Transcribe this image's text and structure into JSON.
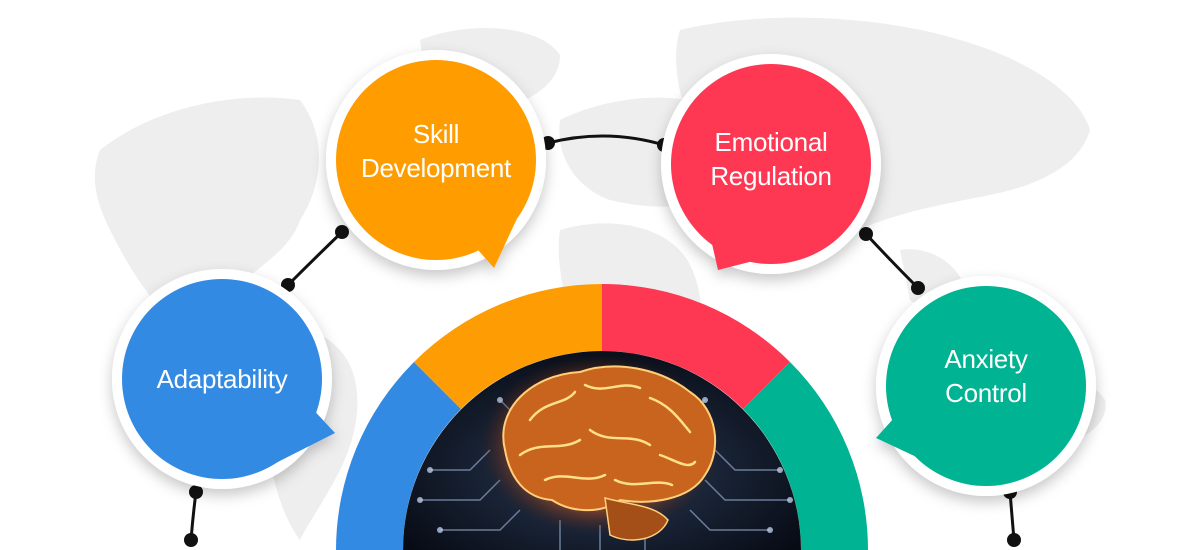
{
  "colors": {
    "blue": "#338ae3",
    "orange": "#fe9c04",
    "red": "#fe3753",
    "green": "#00b393",
    "connector": "#111111",
    "map": "#eeeeee"
  },
  "bubbles": [
    {
      "id": "adaptability",
      "lines": [
        "Adaptability"
      ],
      "color": "#338ae3"
    },
    {
      "id": "skill-development",
      "lines": [
        "Skill",
        "Development"
      ],
      "color": "#fe9c04"
    },
    {
      "id": "emotional-regulation",
      "lines": [
        "Emotional",
        "Regulation"
      ],
      "color": "#fe3753"
    },
    {
      "id": "anxiety-control",
      "lines": [
        "Anxiety",
        "Control"
      ],
      "color": "#00b393"
    }
  ],
  "center": {
    "icon": "brain-circuit-icon"
  }
}
